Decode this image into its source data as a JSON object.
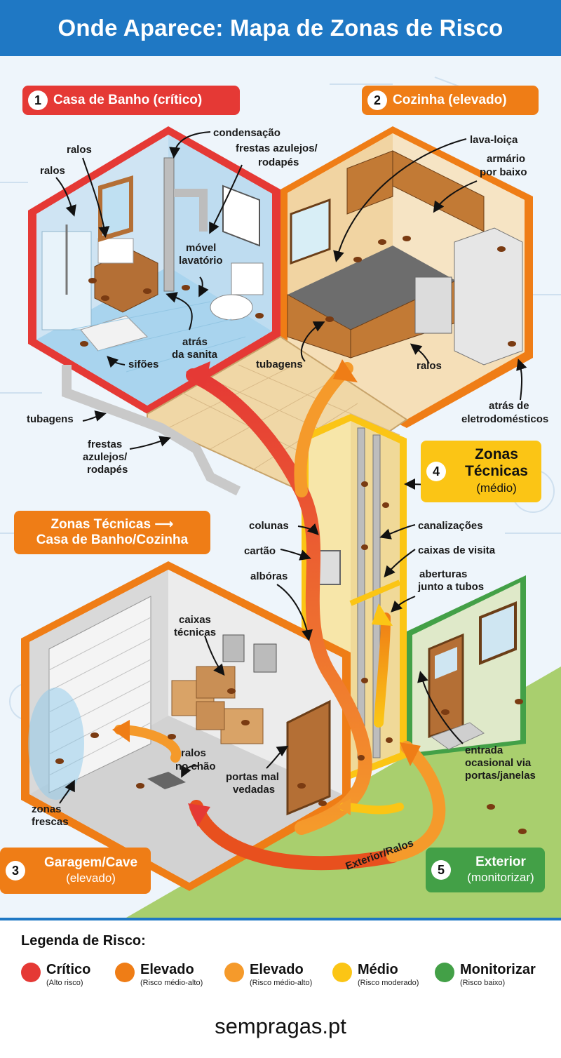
{
  "header": {
    "title": "Onde Aparece: Mapa de Zonas de Risco"
  },
  "zones": {
    "bathroom": {
      "num": "1",
      "label": "Casa de Banho (crítico)",
      "color": "#e53935"
    },
    "kitchen": {
      "num": "2",
      "label": "Cozinha (elevado)",
      "color": "#ef7d16"
    },
    "garage": {
      "num": "3",
      "label": "Garagem/Cave",
      "sub": "(elevado)",
      "color": "#ef7d16"
    },
    "technical": {
      "num": "4",
      "label": "Zonas Técnicas",
      "sub": "(médio)",
      "color": "#fbc515"
    },
    "exterior": {
      "num": "5",
      "label": "Exterior",
      "sub": "(monitorizar)",
      "color": "#43a047"
    },
    "path_tag": {
      "line1": "Zonas Técnicas ⟶",
      "line2": "Casa de Banho/Cozinha"
    }
  },
  "labels": {
    "condensacao": "condensação",
    "ralos_a": "ralos",
    "ralos_b": "ralos",
    "frestas_a1": "frestas azulejos/",
    "frestas_a2": "rodapés",
    "movel1": "móvel",
    "movel2": "lavatório",
    "atras_sanita1": "atrás",
    "atras_sanita2": "da sanita",
    "sifoes": "sifões",
    "tubagens_a": "tubagens",
    "frestas_b1": "frestas",
    "frestas_b2": "azulejos/",
    "frestas_b3": "rodapés",
    "lava_loica": "lava-loiça",
    "armario1": "armário",
    "armario2": "por baixo",
    "tubagens_b": "tubagens",
    "ralos_c": "ralos",
    "eletro1": "atrás de",
    "eletro2": "eletrodomésticos",
    "colunas": "colunas",
    "cartao": "cartão",
    "alboras": "albóras",
    "canalizacoes": "canalizações",
    "caixas_visita": "caixas de visita",
    "aberturas1": "aberturas",
    "aberturas2": "junto a tubos",
    "caixas_tec1": "caixas",
    "caixas_tec2": "técnicas",
    "ralos_chao1": "ralos",
    "ralos_chao2": "no chão",
    "portas1": "portas mal",
    "portas2": "vedadas",
    "zonas_frescas1": "zonas",
    "zonas_frescas2": "frescas",
    "entrada1": "entrada",
    "entrada2": "ocasional via",
    "entrada3": "portas/janelas",
    "exterior_ralos": "Exterior/Ralos"
  },
  "legend": {
    "title": "Legenda de Risco:",
    "items": [
      {
        "name": "Crítico",
        "sub": "(Alto risco)",
        "color": "#e53935"
      },
      {
        "name": "Elevado",
        "sub": "(Risco médio-alto)",
        "color": "#ef7d16"
      },
      {
        "name": "Elevado",
        "sub": "(Risco médio-alto)",
        "color": "#f59a2b"
      },
      {
        "name": "Médio",
        "sub": "(Risco moderado)",
        "color": "#fbc515"
      },
      {
        "name": "Monitorizar",
        "sub": "(Risco baixo)",
        "color": "#43a047"
      }
    ]
  },
  "footer": {
    "site": "sempragas.pt"
  }
}
